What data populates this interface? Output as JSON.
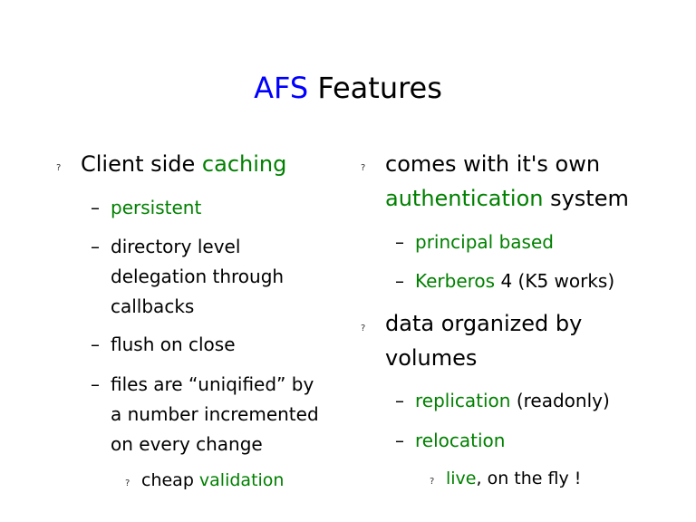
{
  "title": {
    "part1": "AFS",
    "part2": " Features"
  },
  "bullet_glyph": "?",
  "dash": "–",
  "colors": {
    "accent_blue": "#0000ff",
    "accent_green": "#008000"
  },
  "left": {
    "main": {
      "a": "Client side ",
      "b": "caching"
    },
    "sub1": "persistent",
    "sub2": [
      "directory level",
      "delegation through",
      "callbacks"
    ],
    "sub3": "flush on close",
    "sub4": [
      "files are “uniqified” by",
      "a number incremented",
      "on every change"
    ],
    "subsub": {
      "a": "cheap ",
      "b": "validation"
    }
  },
  "right": {
    "main1": {
      "l1": "comes with it's own",
      "l2a": "authentication",
      "l2b": " system"
    },
    "sub1": "principal based",
    "sub2": {
      "a": "Kerberos",
      "b": " 4 (K5 works)"
    },
    "main2": [
      "data organized by",
      "volumes"
    ],
    "sub3": {
      "a": "replication",
      "b": " (readonly)"
    },
    "sub4": "relocation",
    "subsub": {
      "a": "live",
      "b": ", on the fly !"
    }
  }
}
